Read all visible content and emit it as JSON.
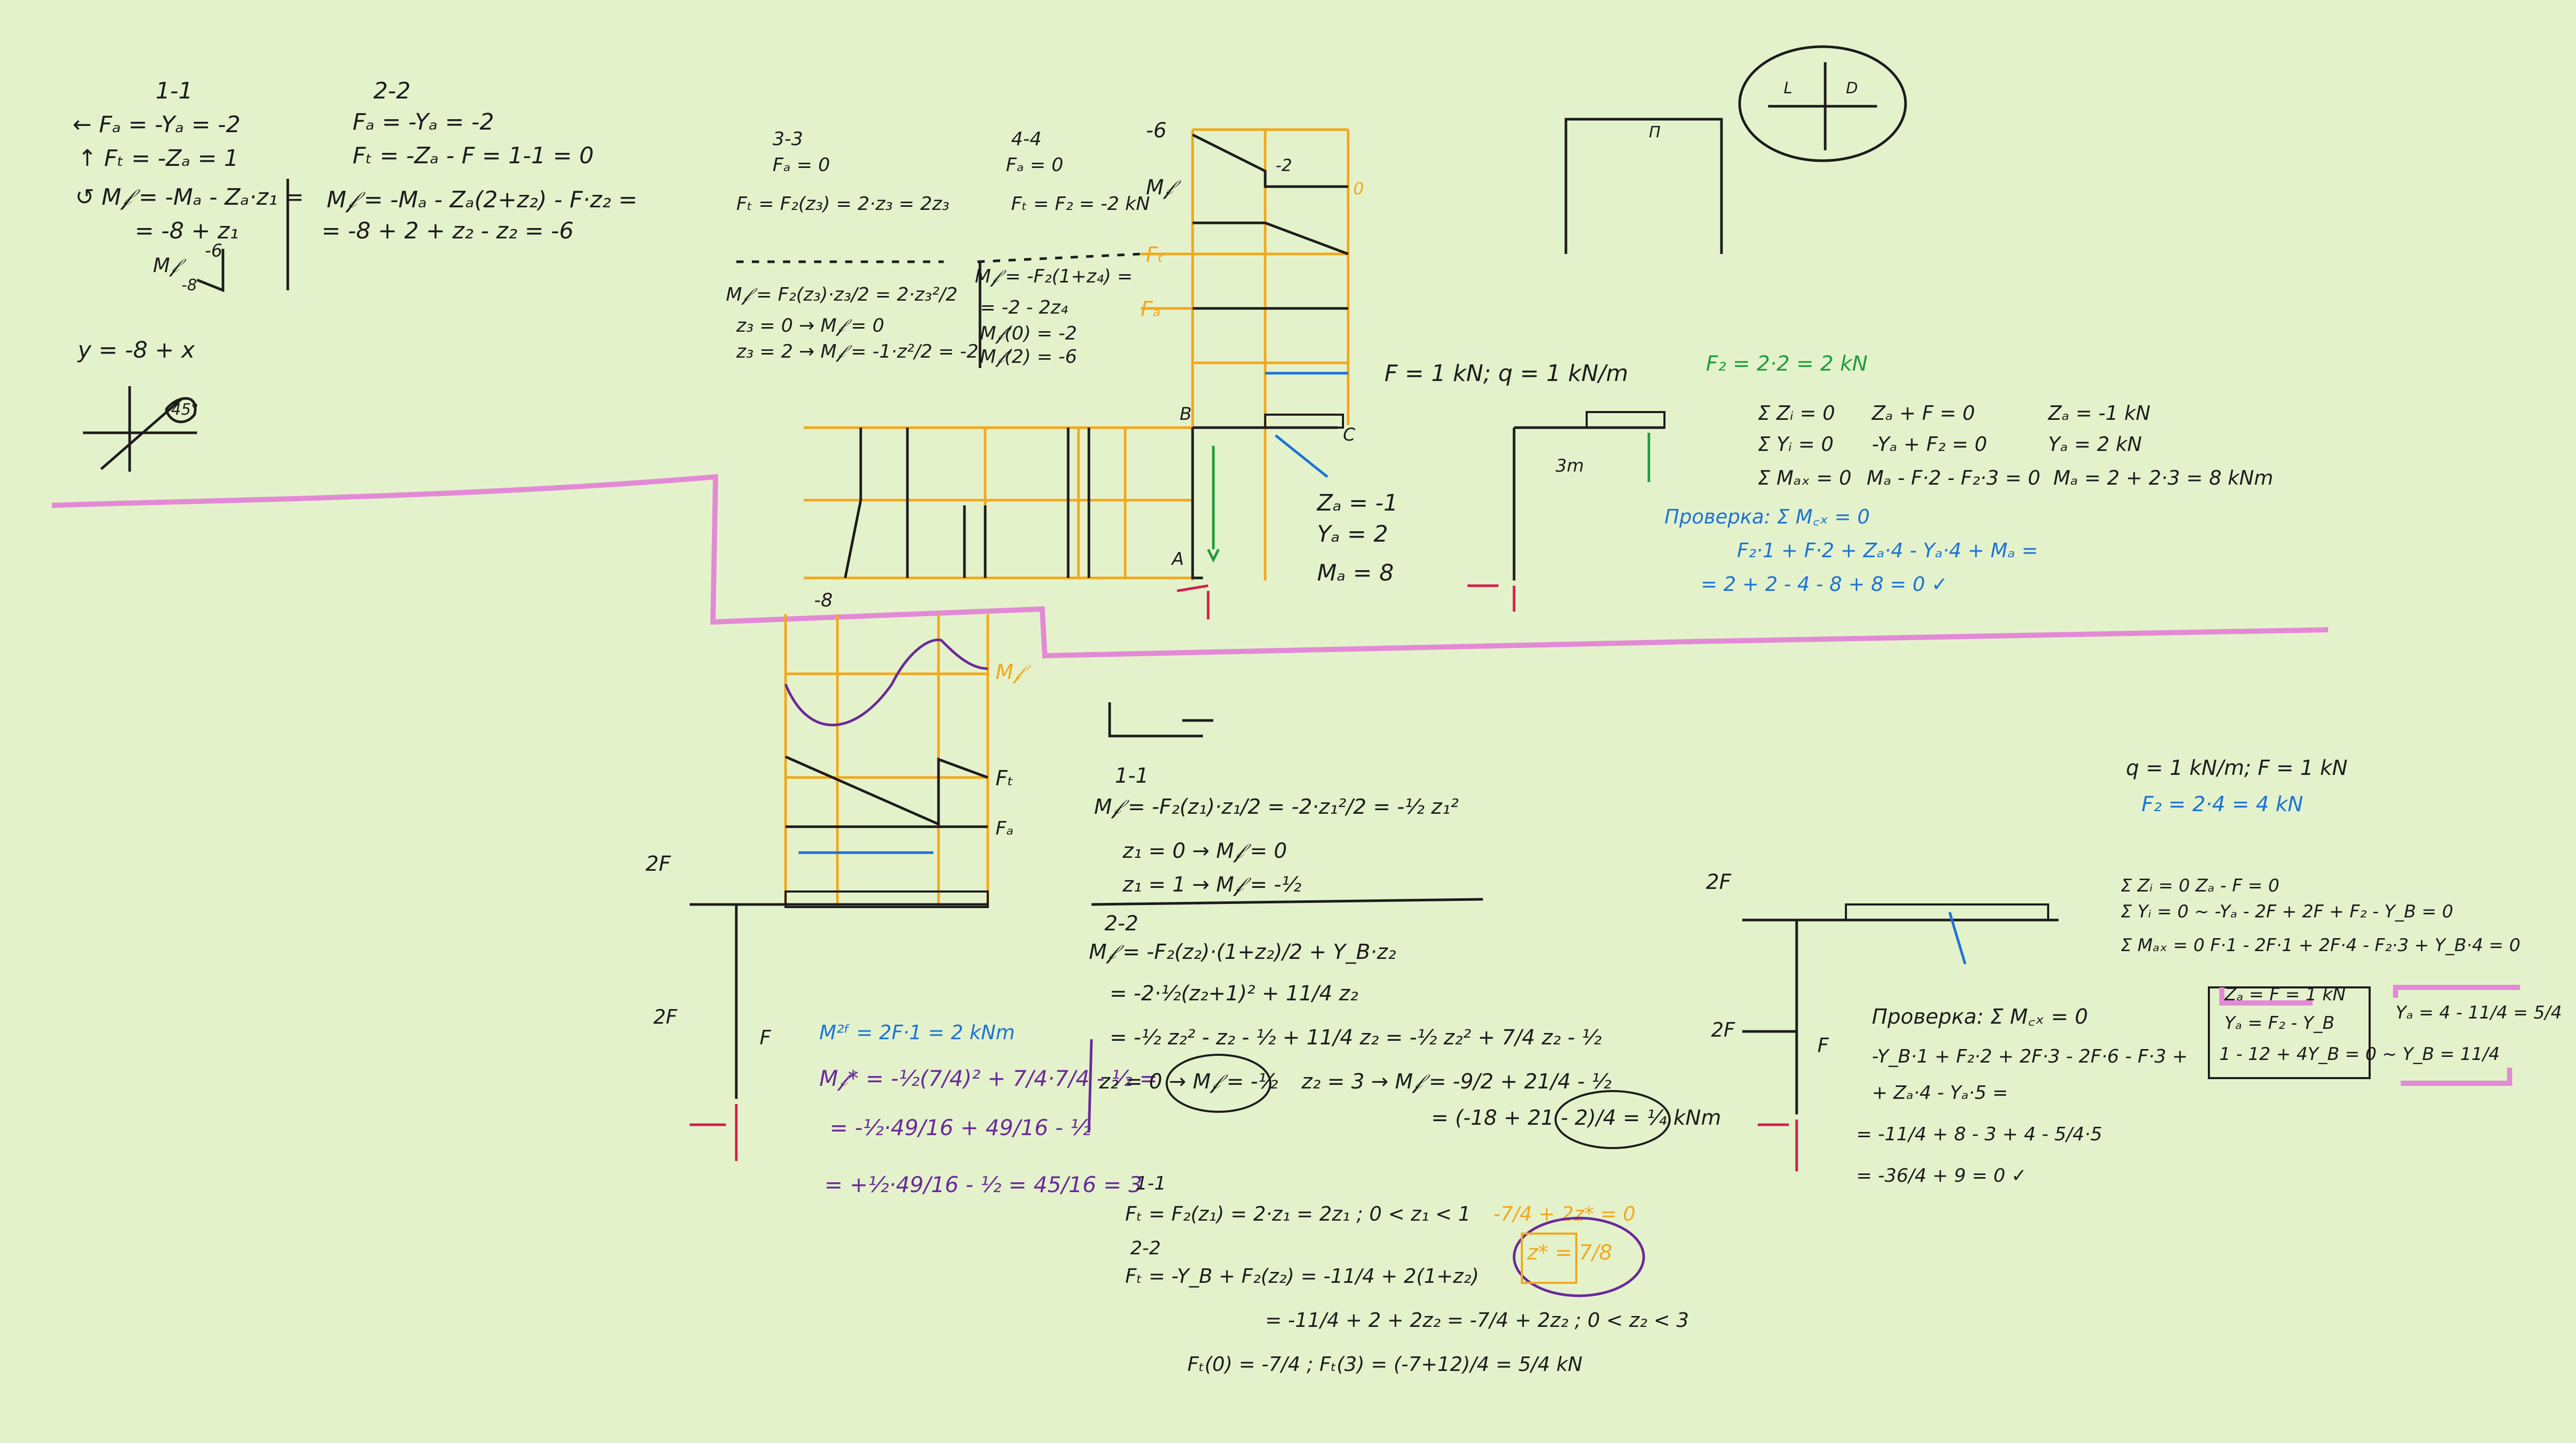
{
  "colors": {
    "background": "#e4f2cc",
    "ink_black": "#1c1c1c",
    "ink_blue": "#1b73d6",
    "ink_green": "#1f9d3a",
    "ink_red": "#d21f4a",
    "ink_purple": "#6a2a9a",
    "ink_orange": "#f2a81d",
    "separator_pink": "#e38ad6"
  },
  "top_left": {
    "sec11": "1-1",
    "sec22": "2-2",
    "l1": "← Fₐ = -Yₐ = -2",
    "l2": "↑ Fₜ = -Zₐ = 1",
    "l3": "↺ M𝒻 = -Mₐ - Zₐ·z₁ =",
    "l4": "= -8 + z₁",
    "l5": "Fₐ = -Yₐ = -2",
    "l6": "Fₜ = -Zₐ - F = 1-1 = 0",
    "l7": "M𝒻 = -Mₐ - Zₐ(2+z₂) - F·z₂ =",
    "l8": "= -8 + 2 + z₂ - z₂ = -6",
    "l9": "y = -8 + x",
    "m1": "M𝒻",
    "m2": "-6",
    "m3": "-8",
    "m4": "45°"
  },
  "sec33": {
    "t33": "3-3",
    "t44": "4-4",
    "l1": "Fₐ = 0",
    "l2": "Fₜ = F₂(z₃) = 2·z₃ = 2z₃",
    "l3": "M𝒻 = F₂(z₃)·z₃/2 = 2·z₃²/2",
    "l4": "z₃ = 0 → M𝒻 = 0",
    "l5": "z₃ = 2 → M𝒻 = -1·z²/2 = -2",
    "l6": "Fₐ = 0",
    "l7": "Fₜ = F₂ = -2 kN",
    "l8": "M𝒻 = -F₂(1+z₄) =",
    "l9": "= -2 - 2z₄",
    "l10": "M𝒻(0) = -2",
    "l11": "M𝒻(2) = -6"
  },
  "diag_top": {
    "mf": "M𝒻",
    "ft": "Fₜ",
    "fa": "Fₐ",
    "n6": "-6",
    "n2": "-2",
    "n0": "0",
    "n8": "-8",
    "b": "B",
    "c": "C",
    "a": "A",
    "za": "Zₐ = -1",
    "ya": "Yₐ = 2",
    "ma": "Mₐ = 8"
  },
  "right_top": {
    "given": "F = 1 kN;  q = 1 kN/m",
    "f2": "F₂ = 2·2 = 2 kN",
    "e1": "Σ Zᵢ = 0",
    "e2": "Σ Yᵢ = 0",
    "e3": "Σ Mₐₓ = 0",
    "s1": "Zₐ + F = 0",
    "s2": "-Yₐ + F₂ = 0",
    "s3": "Mₐ - F·2 - F₂·3 = 0",
    "r1": "Zₐ = -1 kN",
    "r2": "Yₐ = 2 kN",
    "r3": "Mₐ = 2 + 2·3 = 8 kNm",
    "check_label": "Проверка: Σ M꜀ₓ = 0",
    "check1": "F₂·1 + F·2 + Zₐ·4 - Yₐ·4 + Mₐ =",
    "check2": "= 2 + 2 - 4 - 8 + 8 = 0 ✓",
    "dim": "3m"
  },
  "bottom_mid": {
    "d11": "1-1",
    "b1": "M𝒻 = -F₂(z₁)·z₁/2 = -2·z₁²/2 = -½ z₁²",
    "b2": "z₁ = 0 → M𝒻 = 0",
    "b3": "z₁ = 1 → M𝒻 = -½",
    "d22": "2-2",
    "b4": "M𝒻 = -F₂(z₂)·(1+z₂)/2 + Y_B·z₂",
    "b5": "= -2·½(z₂+1)² + 11/4 z₂",
    "b6": "= -½ z₂² - z₂ - ½ + 11/4 z₂ = -½ z₂² + 7/4 z₂ - ½",
    "b7": "z₂ = 0 → M𝒻 = -½",
    "b8": "z₂ = 3 → M𝒻 = -9/2 + 21/4 - ½",
    "b9": "= (-18 + 21 - 2)/4 = ¼ kNm",
    "b10": "1-1",
    "b11": "Fₜ = F₂(z₁) = 2·z₁ = 2z₁ ;  0 < z₁ < 1",
    "b12": "2-2",
    "b13": "Fₜ = -Y_B + F₂(z₂) = -11/4 + 2(1+z₂)",
    "b14": "= -11/4 + 2 + 2z₂ = -7/4 + 2z₂ ;  0 < z₂ < 3",
    "b15": "Fₜ(0) = -7/4 ;  Fₜ(3) = (-7+12)/4 = 5/4 kN",
    "b16": "-7/4 + 2z* = 0",
    "b17": "z* = 7/8"
  },
  "bottom_left": {
    "m2f": "M²ᶠ = 2F·1 = 2 kNm",
    "p1": "M𝒻* = -½(7/4)² + 7/4·7/4 - ½ =",
    "p2": "= -½·49/16 + 49/16 - ½",
    "p3": "= +½·49/16 - ½ = 45/16 = 3",
    "f2": "2F",
    "f": "F",
    "ft": "Fₜ",
    "fa": "Fₐ",
    "mf": "M𝒻"
  },
  "bottom_right": {
    "given": "q = 1 kN/m;  F = 1 kN",
    "f2": "F₂ = 2·4 = 4 kN",
    "e1": "Σ Zᵢ = 0     Zₐ - F = 0",
    "e2": "Σ Yᵢ = 0 ~  -Yₐ - 2F + 2F + F₂ - Y_B = 0",
    "e3": "Σ Mₐₓ = 0   F·1 - 2F·1 + 2F·4 - F₂·3 + Y_B·4 = 0",
    "box1": "Zₐ = F = 1 kN",
    "box2": "Yₐ = F₂ - Y_B",
    "box3": "1 - 12 + 4Y_B = 0  ~  Y_B = 11/4",
    "res": "Yₐ = 4 - 11/4 = 5/4",
    "check": "Проверка: Σ M꜀ₓ = 0",
    "c1": "-Y_B·1 + F₂·2 + 2F·3 - 2F·6 - F·3 +",
    "c2": "+ Zₐ·4 - Yₐ·5 =",
    "c3": "= -11/4 + 8 - 3 + 4 - 5/4·5",
    "c4": "= -36/4 + 9 = 0 ✓",
    "f2lbl": "2F",
    "flbl": "F"
  },
  "sketches": {
    "lbl_l": "L",
    "lbl_d": "D",
    "lbl_p": "Π"
  }
}
